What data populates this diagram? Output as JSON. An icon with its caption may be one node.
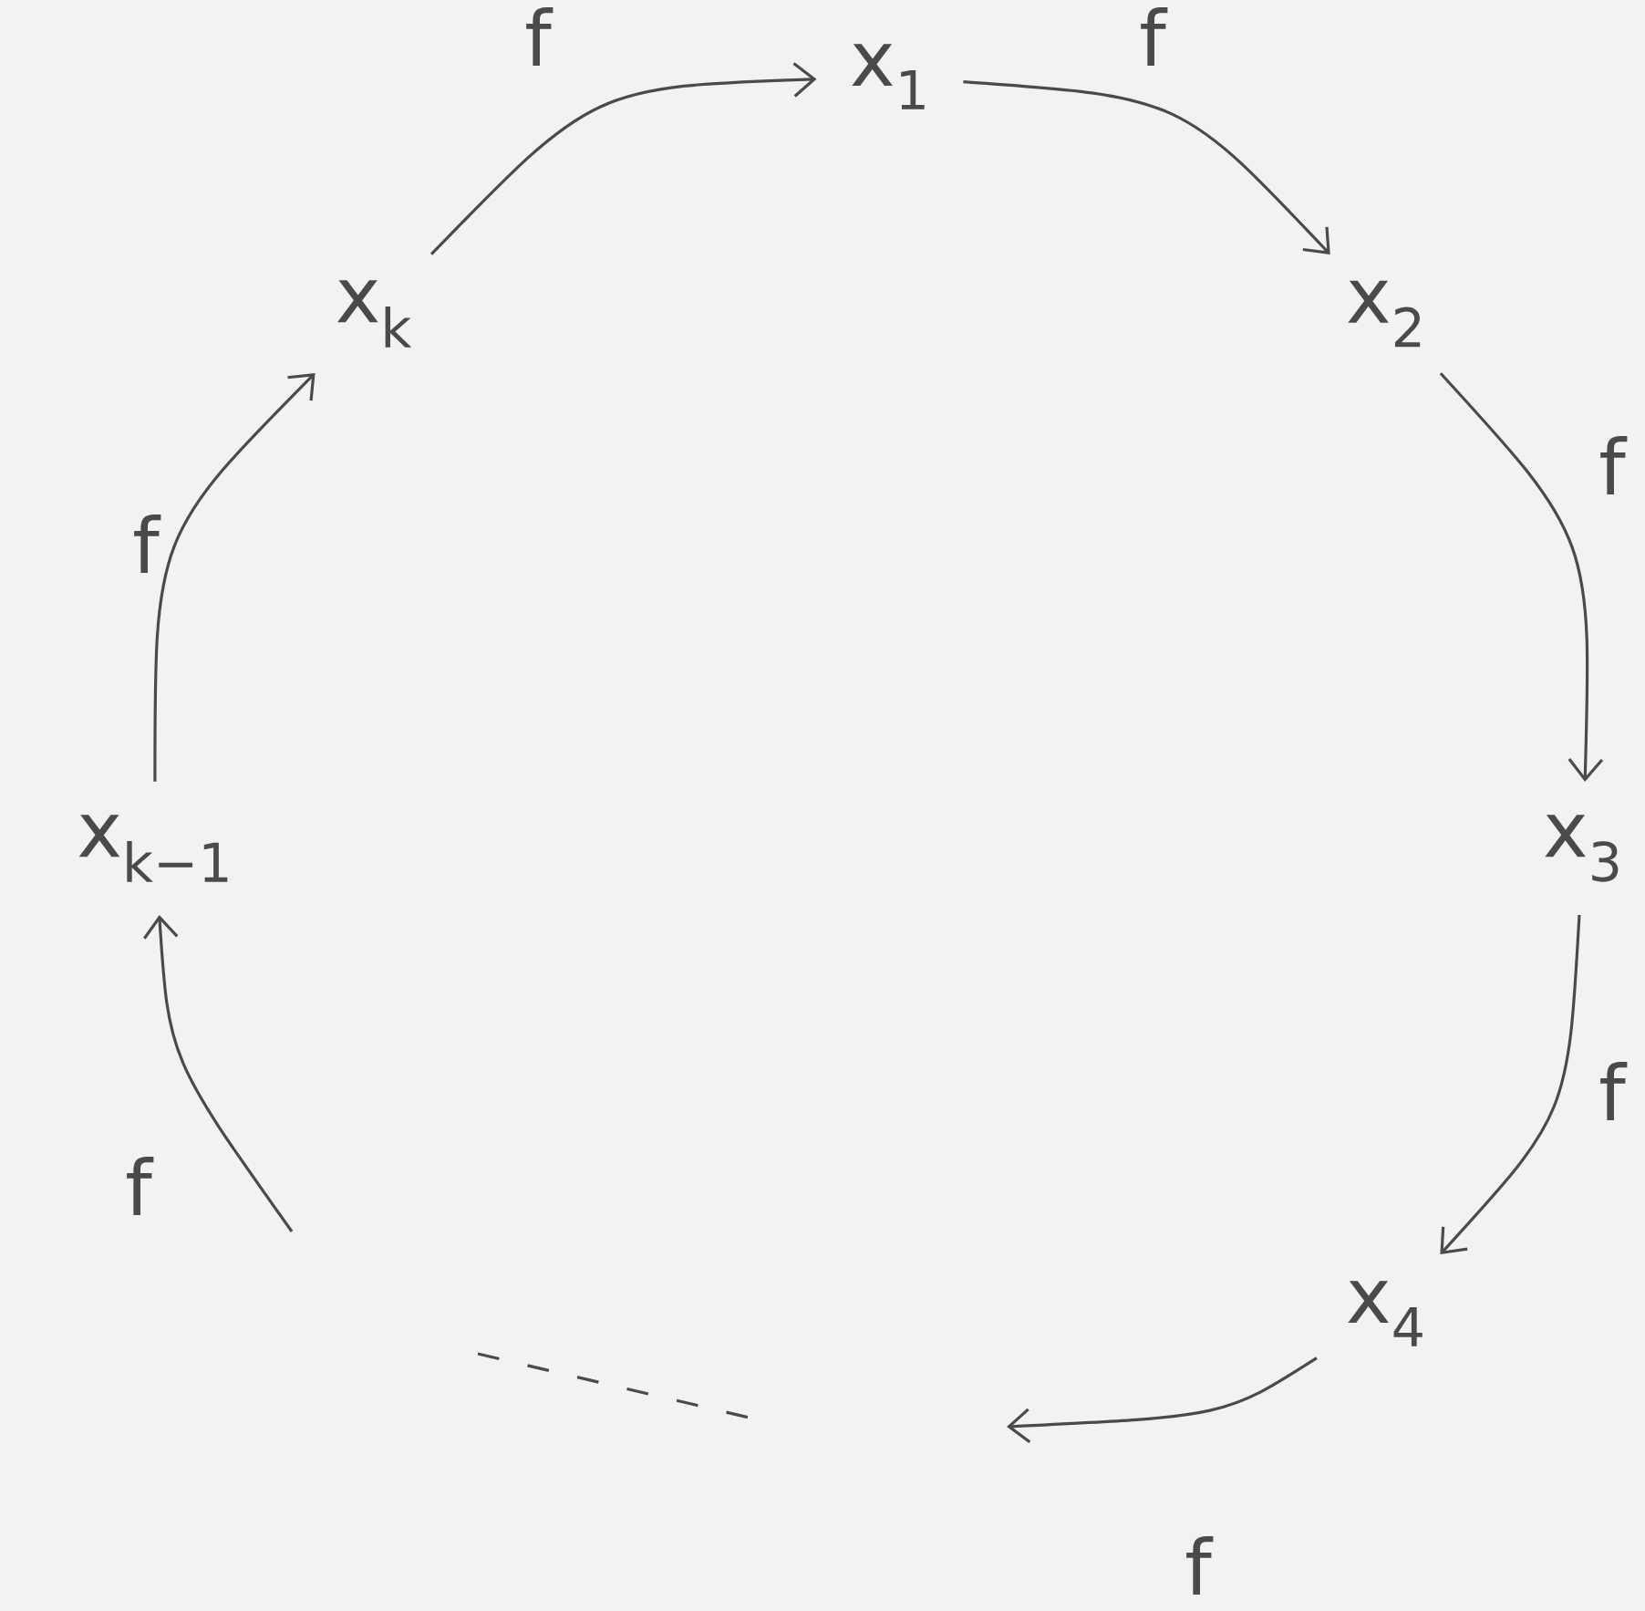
{
  "diagram": {
    "nodes": [
      {
        "text": [
          "x$_{1}$"
        ]
      },
      {
        "text": [
          "x$_{2}$"
        ]
      },
      {
        "text": [
          "x$_{3}$"
        ]
      },
      {
        "text": [
          "x$_{4}$"
        ]
      },
      {
        "text": [
          "x$_{k−1}$"
        ]
      },
      {
        "text": [
          "x$_{k}$"
        ]
      }
    ],
    "edges": [
      {
        "from": 5,
        "to": 0,
        "arrow": "to",
        "label": "f"
      },
      {
        "from": 0,
        "to": 1,
        "arrow": "to",
        "label": "f"
      },
      {
        "from": 1,
        "to": 2,
        "arrow": "to",
        "label": "f"
      },
      {
        "from": 2,
        "to": 3,
        "arrow": "to",
        "label": "f"
      },
      {
        "from": 3,
        "to": null,
        "arrow": "to",
        "label": "f"
      },
      {
        "from": null,
        "to": 4,
        "arrow": "to",
        "label": "f"
      },
      {
        "from": 4,
        "to": 5,
        "arrow": "to",
        "label": "f"
      }
    ]
  }
}
